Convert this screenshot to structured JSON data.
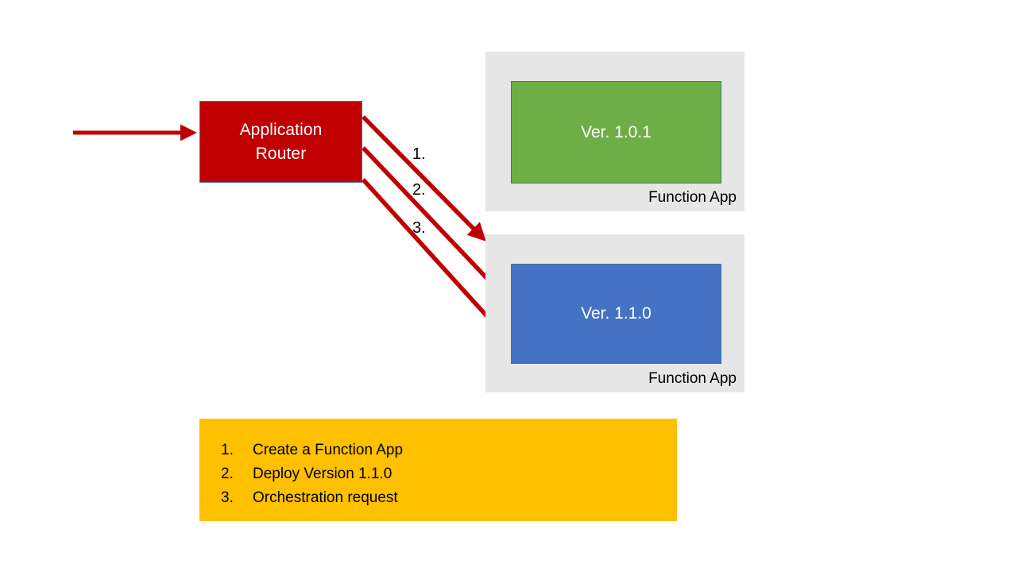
{
  "diagram": {
    "title": "Azure Functions deployment and routing diagram",
    "colors": {
      "router_fill": "#C00000",
      "arrow": "#C00000",
      "container_fill": "#E6E6E6",
      "version_old_fill": "#6EAE46",
      "version_new_fill": "#4472C4",
      "legend_fill": "#FFC000",
      "shape_border": "#41719C",
      "text_light": "#FFFFFF",
      "text_dark": "#000000"
    },
    "router": {
      "label": "Application\nRouter"
    },
    "inbound_arrow": {
      "name": "incoming-request-arrow"
    },
    "function_apps": [
      {
        "caption": "Function App",
        "version_label": "Ver. 1.0.1",
        "fill": "#6EAE46"
      },
      {
        "caption": "Function App",
        "version_label": "Ver. 1.1.0",
        "fill": "#4472C4"
      }
    ],
    "arrow_labels": [
      {
        "text": "1."
      },
      {
        "text": "2."
      },
      {
        "text": "3."
      }
    ],
    "legend": {
      "items": [
        {
          "number": "1.",
          "text": "Create a Function App"
        },
        {
          "number": "2.",
          "text": "Deploy Version 1.1.0"
        },
        {
          "number": "3.",
          "text": "Orchestration request"
        }
      ]
    }
  }
}
